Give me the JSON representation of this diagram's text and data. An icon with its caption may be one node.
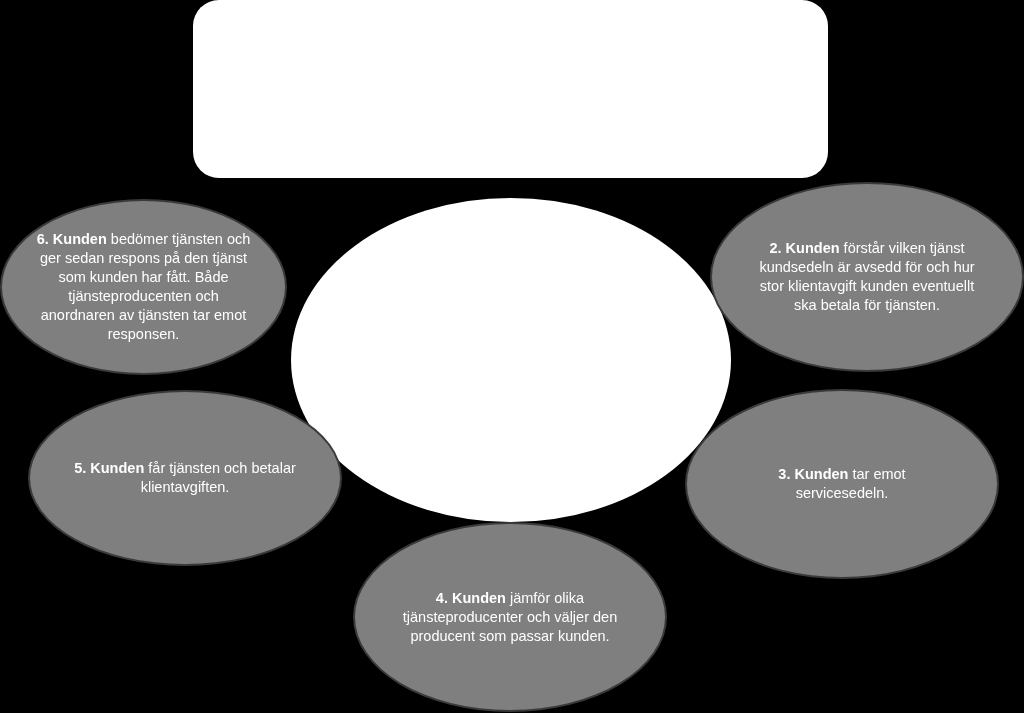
{
  "diagram": {
    "nodes": [
      {
        "text": [],
        "shape": "box"
      },
      {
        "text": [
          "**6. Kunden** bedömer tjänsten och ger sedan respons på den tjänst som kunden har fått. Både tjänsteproducenten och anordnaren av tjänsten tar emot responsen."
        ]
      },
      {
        "text": [],
        "shape": "ellipse"
      },
      {
        "text": [
          "**2. Kunden** förstår vilken tjänst kundsedeln är avsedd för och hur stor klientavgift kunden eventuellt ska betala för tjänsten."
        ]
      },
      {
        "text": [
          "**5. Kunden** får tjänsten och betalar klientavgiften."
        ]
      },
      {
        "text": [
          "**3. Kunden** tar emot servicesedeln."
        ]
      },
      {
        "text": [
          "**4. Kunden** jämför olika tjänsteproducenter och väljer den producent som passar kunden."
        ]
      }
    ]
  }
}
